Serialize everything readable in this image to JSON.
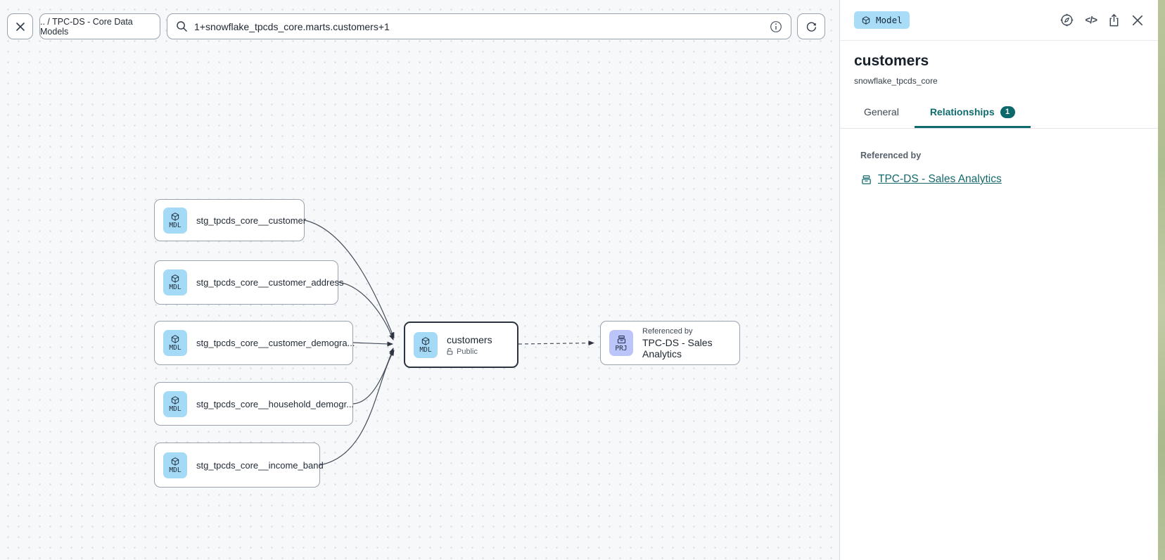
{
  "topbar": {
    "breadcrumb": ".. / TPC-DS - Core Data Models",
    "search_value": "1+snowflake_tpcds_core.marts.customers+1"
  },
  "panel": {
    "type_badge": "Model",
    "title": "customers",
    "subtitle": "snowflake_tpcds_core",
    "tabs": [
      {
        "label": "General",
        "active": false
      },
      {
        "label": "Relationships",
        "active": true,
        "count": "1"
      }
    ],
    "referenced_by_label": "Referenced by",
    "referenced_by_link": "TPC-DS - Sales Analytics"
  },
  "canvas": {
    "upstream_nodes": [
      {
        "badge": "MDL",
        "label": "stg_tpcds_core__customer"
      },
      {
        "badge": "MDL",
        "label": "stg_tpcds_core__customer_address"
      },
      {
        "badge": "MDL",
        "label": "stg_tpcds_core__customer_demogra..."
      },
      {
        "badge": "MDL",
        "label": "stg_tpcds_core__household_demogr..."
      },
      {
        "badge": "MDL",
        "label": "stg_tpcds_core__income_band"
      }
    ],
    "selected_node": {
      "badge": "MDL",
      "label": "customers",
      "visibility": "Public"
    },
    "downstream_node": {
      "badge": "PRJ",
      "kicker": "Referenced by",
      "label": "TPC-DS - Sales Analytics"
    }
  },
  "colors": {
    "accent_teal": "#0f6b6e",
    "model_badge_blue": "#a5daf7",
    "project_badge_periwinkle": "#bcc5f9",
    "canvas_bg": "#f7f8fa",
    "node_border": "#9aa2ad",
    "selected_border": "#2b3340"
  }
}
